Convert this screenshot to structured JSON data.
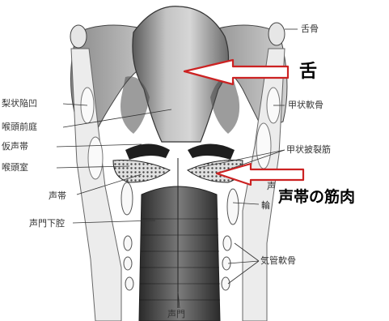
{
  "labels": {
    "hyoid": "舌骨",
    "piriform": "梨状陥凹",
    "thyroid_cartilage": "甲状軟骨",
    "vestibule": "喉頭前庭",
    "false_cord": "仮声帯",
    "thyroarytenoid": "甲状披裂筋",
    "ventricle": "喉頭室",
    "vocal_cord": "声帯",
    "subglottic": "声門下腔",
    "trachea_cartilage": "気管軟骨",
    "glottis": "声門",
    "cut1": "声",
    "cut2": "輪"
  },
  "callouts": {
    "tongue": "舌",
    "vocal_muscle": "声帯の筋肉"
  },
  "colors": {
    "arrow_outline": "#cc2222",
    "arrow_fill": "#ffffff",
    "cartilage": "#d8d8d8",
    "tissue": "#9a9a9a"
  }
}
